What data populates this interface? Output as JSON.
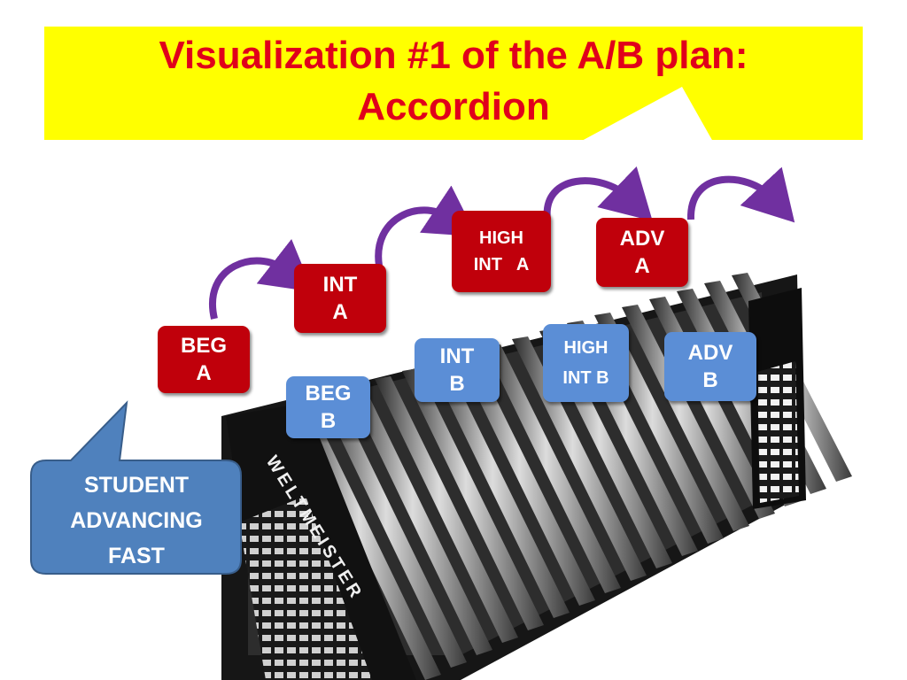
{
  "title": {
    "line1": "Visualization #1 of the A/B plan:",
    "line2": "Accordion"
  },
  "colors": {
    "banner": "#ffff00",
    "title_text": "#e0001b",
    "track_a": "#c0000b",
    "track_b": "#5b8ed6",
    "arrow": "#7030a0",
    "callout": "#4f81bd"
  },
  "track_a": [
    {
      "line1": "BEG",
      "line2": "A"
    },
    {
      "line1": "INT",
      "line2": "A"
    },
    {
      "line1": "HIGH",
      "line2": "INT   A"
    },
    {
      "line1": "ADV",
      "line2": "A"
    }
  ],
  "track_b": [
    {
      "line1": "BEG",
      "line2": "B"
    },
    {
      "line1": "INT",
      "line2": "B"
    },
    {
      "line1": "HIGH",
      "line2": "INT B"
    },
    {
      "line1": "ADV",
      "line2": "B"
    }
  ],
  "callout": {
    "line1": "STUDENT",
    "line2": "ADVANCING",
    "line3": "FAST"
  },
  "accordion_brand": "WELTMEISTER"
}
